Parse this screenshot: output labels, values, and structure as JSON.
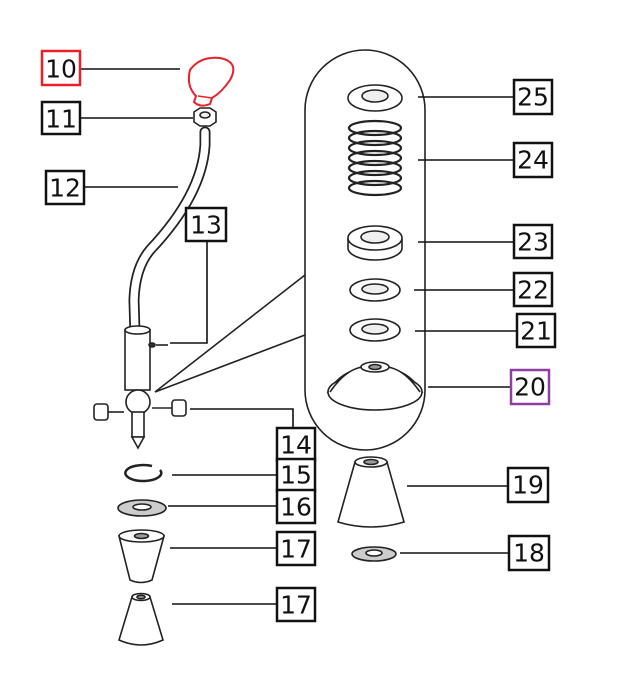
{
  "diagram": {
    "callouts": [
      {
        "id": "c10",
        "label": "10",
        "highlight": "red"
      },
      {
        "id": "c11",
        "label": "11",
        "highlight": ""
      },
      {
        "id": "c12",
        "label": "12",
        "highlight": ""
      },
      {
        "id": "c13",
        "label": "13",
        "highlight": ""
      },
      {
        "id": "c14",
        "label": "14",
        "highlight": ""
      },
      {
        "id": "c15",
        "label": "15",
        "highlight": ""
      },
      {
        "id": "c16",
        "label": "16",
        "highlight": ""
      },
      {
        "id": "c17a",
        "label": "17",
        "highlight": ""
      },
      {
        "id": "c17b",
        "label": "17",
        "highlight": ""
      },
      {
        "id": "c18",
        "label": "18",
        "highlight": ""
      },
      {
        "id": "c19",
        "label": "19",
        "highlight": ""
      },
      {
        "id": "c20",
        "label": "20",
        "highlight": "purple"
      },
      {
        "id": "c21",
        "label": "21",
        "highlight": ""
      },
      {
        "id": "c22",
        "label": "22",
        "highlight": ""
      },
      {
        "id": "c23",
        "label": "23",
        "highlight": ""
      },
      {
        "id": "c24",
        "label": "24",
        "highlight": ""
      },
      {
        "id": "c25",
        "label": "25",
        "highlight": ""
      }
    ]
  },
  "colors": {
    "red_highlight": "#e8202a",
    "purple_highlight": "#8e3fa0",
    "knob_red": "#e8202a",
    "ink": "#111111"
  }
}
